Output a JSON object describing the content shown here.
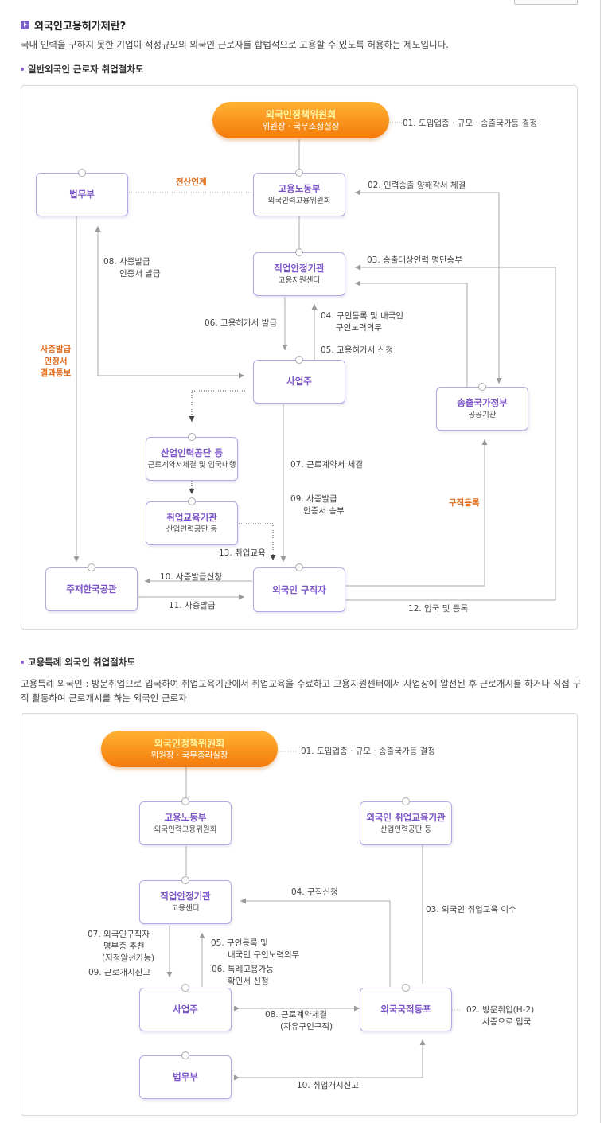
{
  "header": {
    "title": "외국인고용허가제란?",
    "intro": "국내 인력을 구하지 못한 기업이 적정규모의 외국인 근로자를 합법적으로 고용할 수 있도록 허용하는 제도입니다."
  },
  "section1": {
    "heading": "일반외국인 근로자 취업절차도",
    "committee": {
      "title": "외국인정책위원회",
      "sub": "위원장 · 국무조정실장"
    },
    "nodes": {
      "justice": "법무부",
      "labor": {
        "title": "고용노동부",
        "sub": "외국인력고용위원회"
      },
      "center": {
        "title": "직업안정기관",
        "sub": "고용지원센터"
      },
      "employer": "사업주",
      "hrd": {
        "title": "산업인력공단 등",
        "sub": "근로계약서체결 및 입국대행"
      },
      "edu": {
        "title": "취업교육기관",
        "sub": "산업인력공단 등"
      },
      "embassy": "주재한국공관",
      "seeker": "외국인 구직자",
      "sending": {
        "title": "송출국가정부",
        "sub": "공공기관"
      }
    },
    "labels": {
      "s01": "01. 도입업종 · 규모 · 송출국가등 결정",
      "s02": "02. 인력송출 양해각서 체결",
      "s03": "03. 송출대상인력 명단송부",
      "s04a": "04. 구인등록 및 내국인",
      "s04b": "구인노력의무",
      "s05": "05. 고용허가서 신청",
      "s06": "06. 고용허가서 발급",
      "s07": "07. 근로계약서 체결",
      "s08a": "08. 사증발급",
      "s08b": "인증서 발급",
      "s09a": "09. 사증발급",
      "s09b": "인증서 송부",
      "s10": "10. 사증발급신청",
      "s11": "11. 사증발급",
      "s12": "12. 입국 및 등록",
      "s13": "13. 취업교육",
      "link": "전산연계",
      "visa_result_1": "사증발급",
      "visa_result_2": "인정서",
      "visa_result_3": "결과통보",
      "job_reg": "구직등록"
    }
  },
  "section2": {
    "heading": "고용특례 외국인 취업절차도",
    "desc": "고용특례 외국인 : 방문취업으로 입국하여 취업교육기관에서 취업교육을 수료하고 고용지원센터에서 사업장에 알선된 후 근로개시를 하거나 직접 구직 활동하여 근로개시를 하는 외국인 근로자",
    "committee": {
      "title": "외국인정책위원회",
      "sub": "위원장 · 국무총리실장"
    },
    "nodes": {
      "labor": {
        "title": "고용노동부",
        "sub": "외국인력고용위원회"
      },
      "edu": {
        "title": "외국인 취업교육기관",
        "sub": "산업인력공단 등"
      },
      "center": {
        "title": "직업안정기관",
        "sub": "고용센터"
      },
      "employer": "사업주",
      "compatriot": "외국국적동포",
      "justice": "법무부"
    },
    "labels": {
      "s01": "01. 도입업종 · 규모 · 송출국가등 결정",
      "s02a": "02. 방문취업(H-2)",
      "s02b": "사증으로 입국",
      "s03": "03. 외국인 취업교육 이수",
      "s04": "04. 구직신청",
      "s05a": "05. 구인등록 및",
      "s05b": "내국인 구인노력의무",
      "s06a": "06. 특례고용가능",
      "s06b": "확인서 신청",
      "s07a": "07. 외국인구직자",
      "s07b": "명부중 추천",
      "s07c": "(지정알선가능)",
      "s08a": "08. 근로계약체결",
      "s08b": "(자유구인구직)",
      "s09": "09. 근로개시신고",
      "s10": "10. 취업개시신고"
    }
  }
}
